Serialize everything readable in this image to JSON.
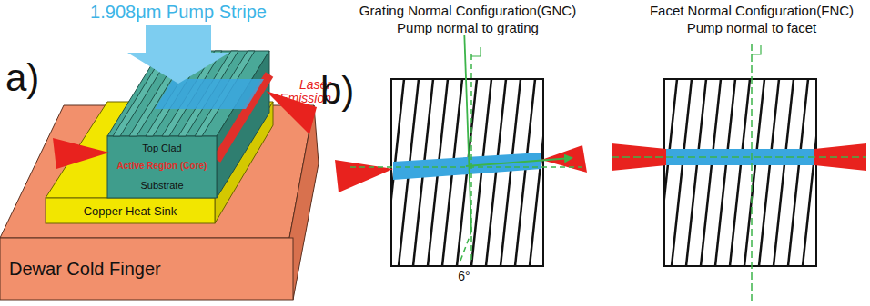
{
  "diagram": {
    "nodes": [
      {
        "text": [
          "Dewar Cold Finger"
        ]
      },
      {
        "text": [
          "Copper Heat Sink"
        ]
      },
      {
        "text": [
          "Top Clad"
        ]
      },
      {
        "text": [
          "Active Region (Core)"
        ]
      },
      {
        "text": [
          "Substrate"
        ]
      }
    ],
    "labels": [
      "a)",
      "1.908μm Pump Stripe",
      "Laser Emission",
      "b)",
      "Grating Normal Configuration(GNC)",
      "Pump normal to grating",
      "6°",
      "Facet Normal Configuration(FNC)",
      "Pump normal to facet"
    ]
  }
}
